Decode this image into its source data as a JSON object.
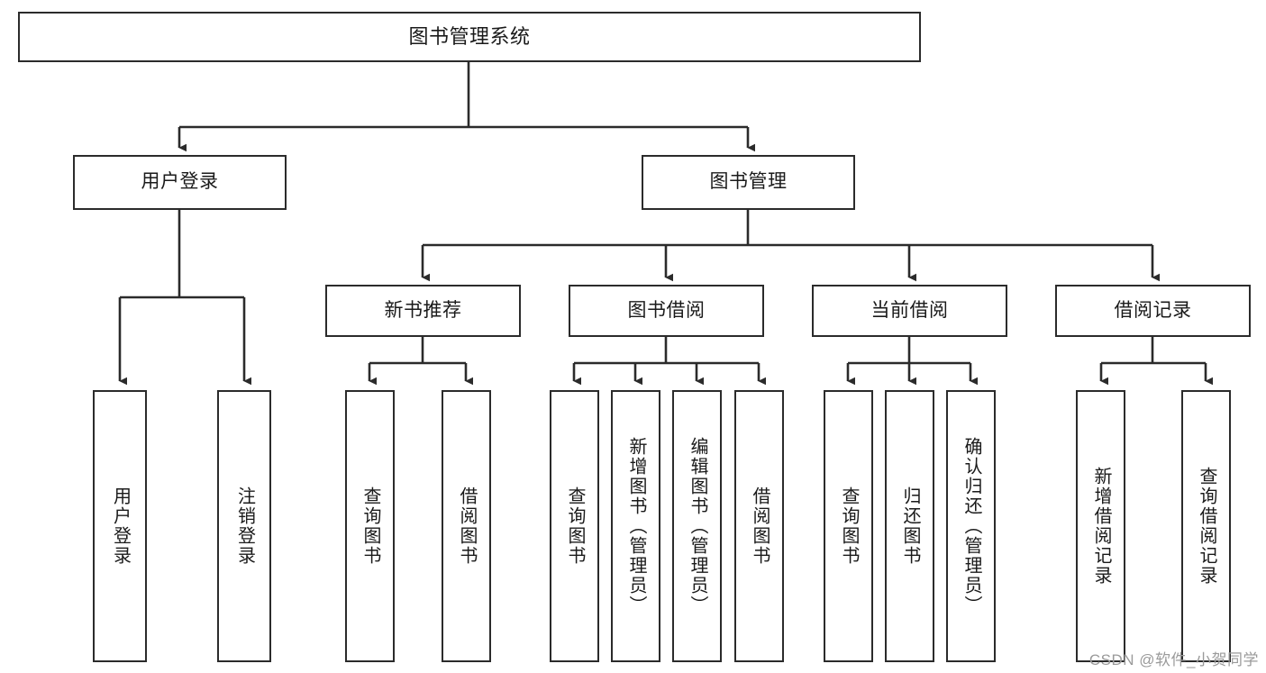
{
  "diagram": {
    "type": "tree-hierarchy-chart",
    "title": "图书管理系统",
    "root": {
      "id": "root",
      "label": "图书管理系统"
    },
    "level2": [
      {
        "id": "user-login",
        "label": "用户登录"
      },
      {
        "id": "book-manage",
        "label": "图书管理"
      }
    ],
    "level3": [
      {
        "id": "new-book-rec",
        "label": "新书推荐",
        "parent": "book-manage"
      },
      {
        "id": "book-borrow",
        "label": "图书借阅",
        "parent": "book-manage"
      },
      {
        "id": "current-borrow",
        "label": "当前借阅",
        "parent": "book-manage"
      },
      {
        "id": "borrow-record",
        "label": "借阅记录",
        "parent": "book-manage"
      }
    ],
    "leaves": [
      {
        "id": "leaf-user-login",
        "label": "用户登录",
        "parent": "user-login"
      },
      {
        "id": "leaf-user-logout",
        "label": "注销登录",
        "parent": "user-login"
      },
      {
        "id": "leaf-query-book-1",
        "label": "查询图书",
        "parent": "new-book-rec"
      },
      {
        "id": "leaf-borrow-book-1",
        "label": "借阅图书",
        "parent": "new-book-rec"
      },
      {
        "id": "leaf-query-book-2",
        "label": "查询图书",
        "parent": "book-borrow"
      },
      {
        "id": "leaf-add-book",
        "label": "新增图书（管理员）",
        "parent": "book-borrow"
      },
      {
        "id": "leaf-edit-book",
        "label": "编辑图书（管理员）",
        "parent": "book-borrow"
      },
      {
        "id": "leaf-borrow-book-2",
        "label": "借阅图书",
        "parent": "book-borrow"
      },
      {
        "id": "leaf-query-book-3",
        "label": "查询图书",
        "parent": "current-borrow"
      },
      {
        "id": "leaf-return-book",
        "label": "归还图书",
        "parent": "current-borrow"
      },
      {
        "id": "leaf-confirm-return",
        "label": "确认归还（管理员）",
        "parent": "current-borrow"
      },
      {
        "id": "leaf-add-record",
        "label": "新增借阅记录",
        "parent": "borrow-record"
      },
      {
        "id": "leaf-query-record",
        "label": "查询借阅记录",
        "parent": "borrow-record"
      }
    ],
    "colors": {
      "border": "#2b2b2b",
      "background": "#ffffff",
      "text": "#1a1a1a",
      "edge": "#2b2b2b",
      "watermark": "#9a9a9a"
    }
  },
  "watermark": {
    "text": "CSDN @软件_小贺同学"
  }
}
